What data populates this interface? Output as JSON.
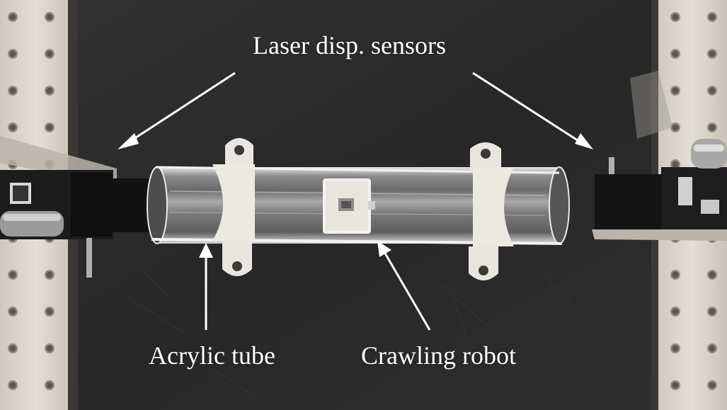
{
  "annotations": {
    "sensors_label": "Laser disp. sensors",
    "tube_label": "Acrylic tube",
    "robot_label": "Crawling robot"
  },
  "colors": {
    "background_board": "#2b2b2b",
    "label_text": "#ffffff",
    "arrow": "#ffffff",
    "breadboard": "#d9d3c8"
  }
}
